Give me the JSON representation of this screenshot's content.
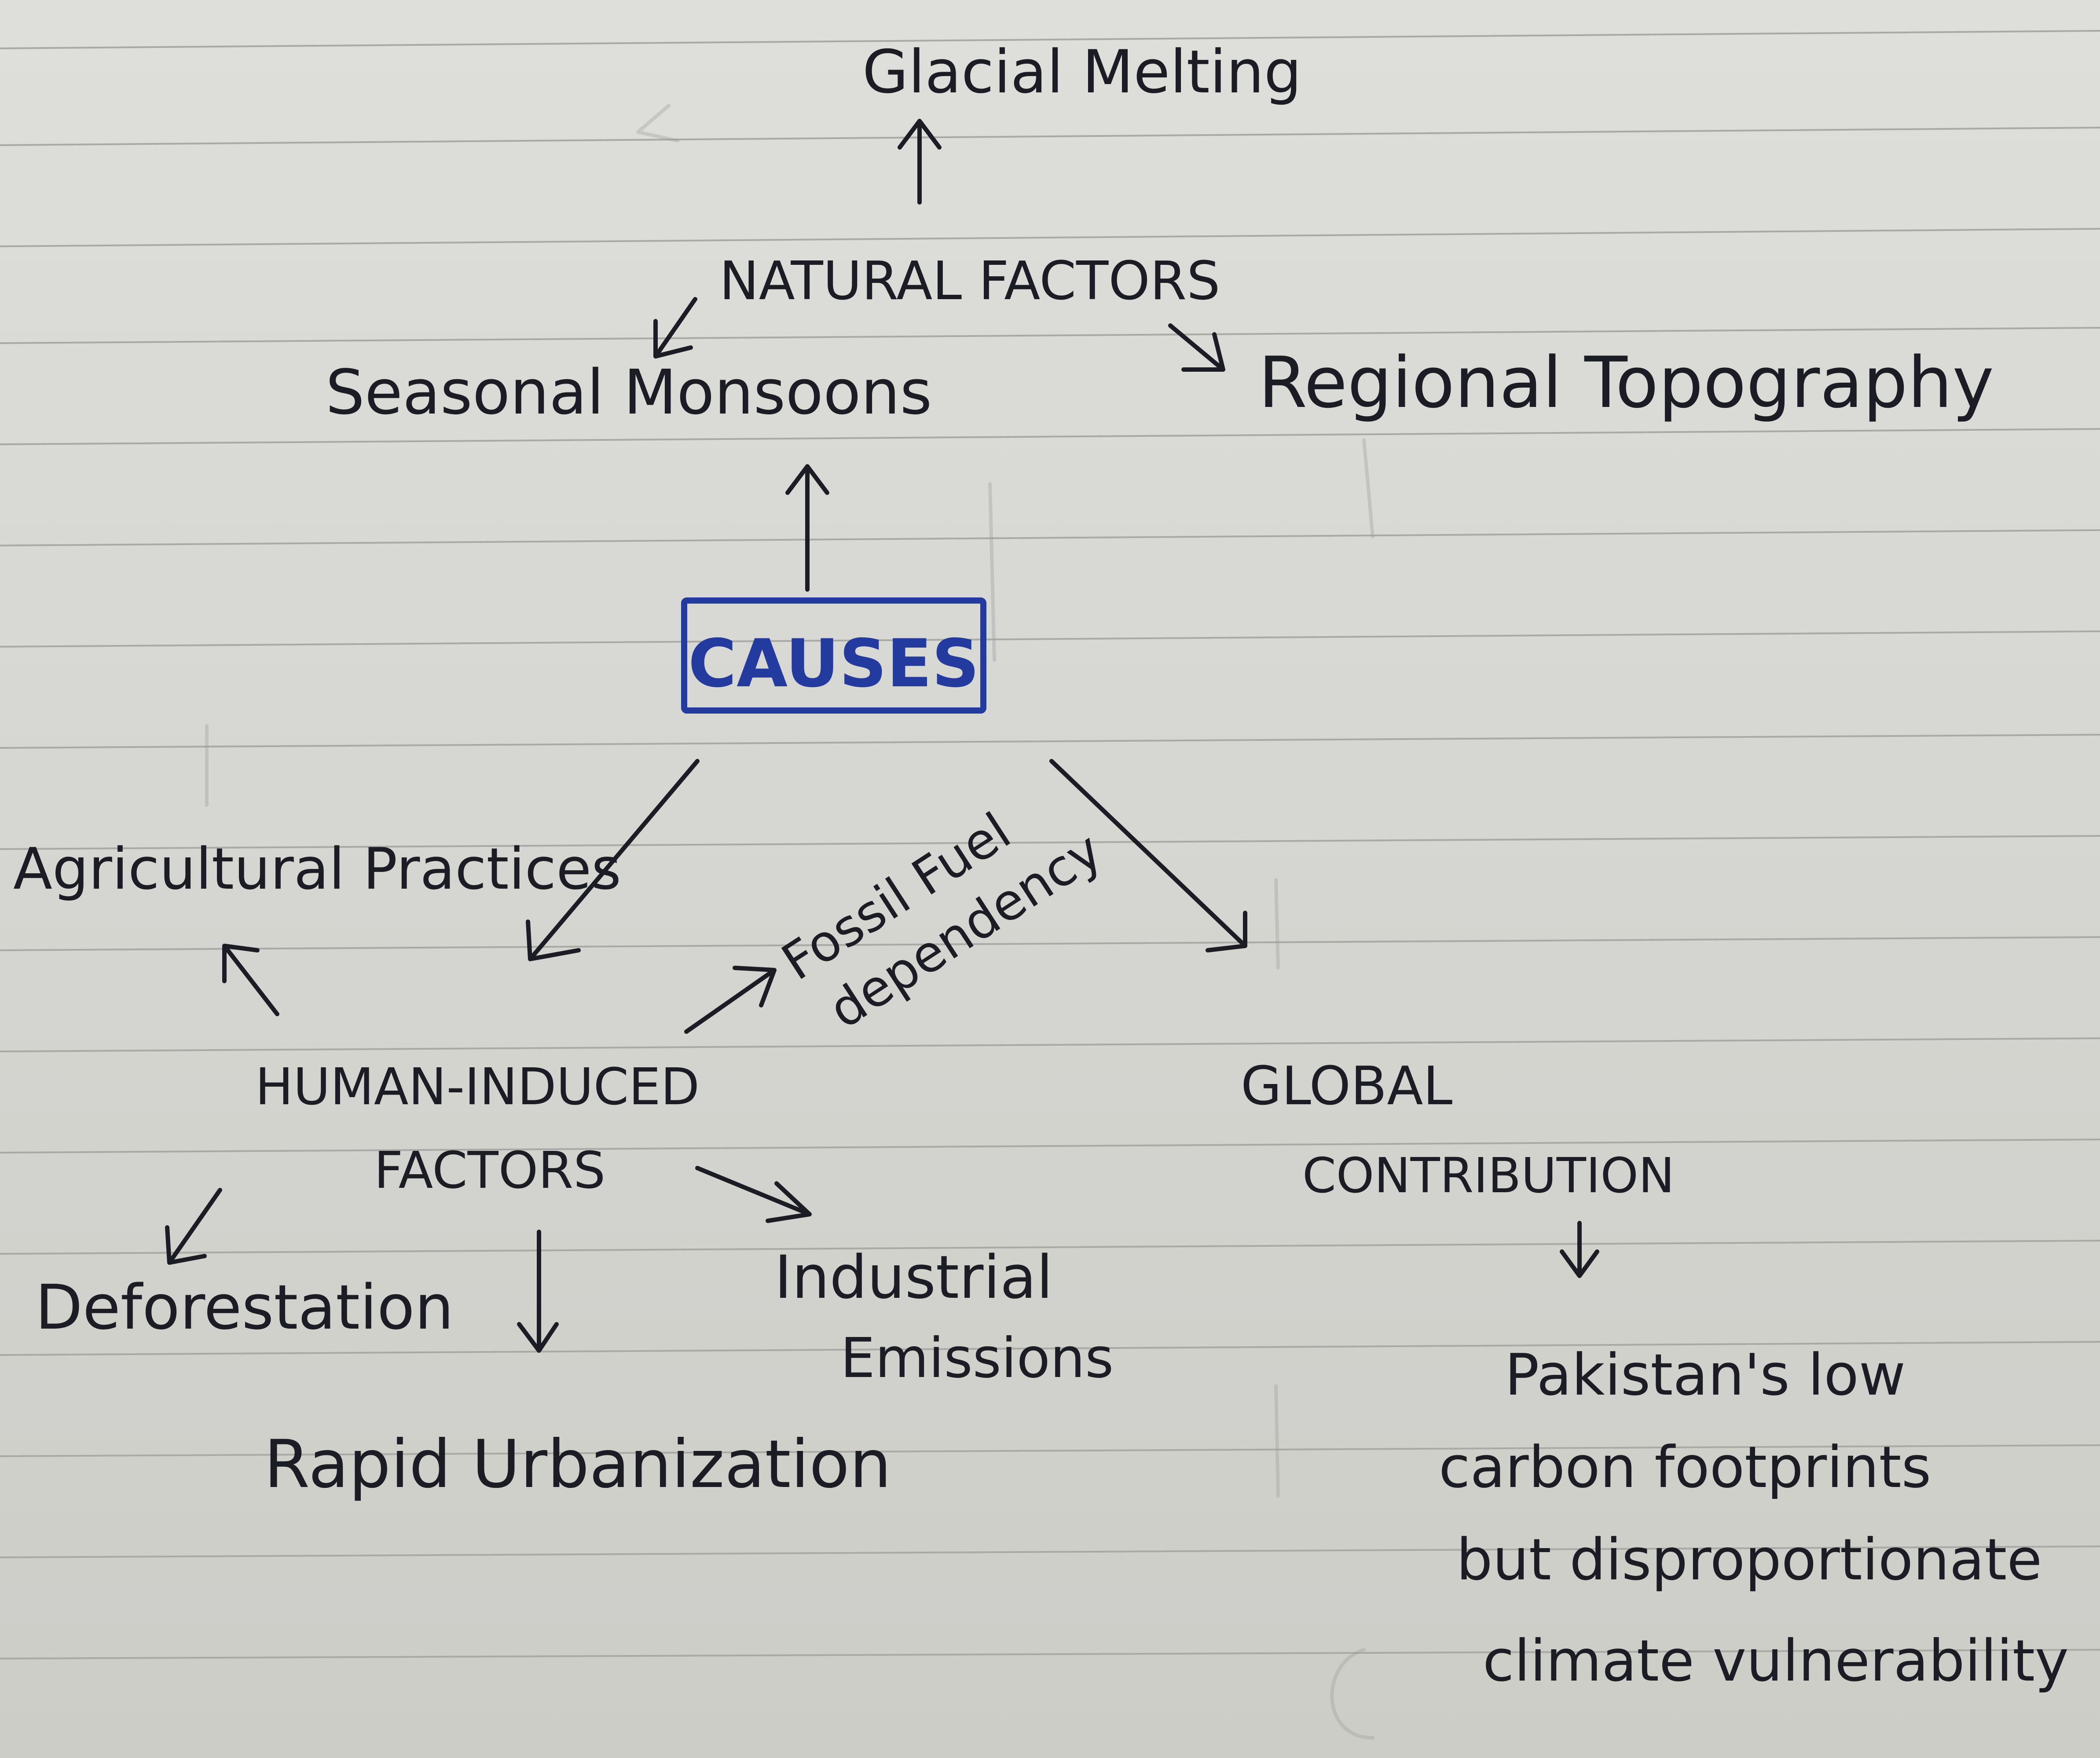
{
  "diagram": {
    "center": "CAUSES",
    "nodes": {
      "natural_factors": "NATURAL FACTORS",
      "glacial_melting": "Glacial Melting",
      "seasonal_monsoons": "Seasonal Monsoons",
      "regional_topography": "Regional Topography",
      "human_induced_line1": "HUMAN-INDUCED",
      "human_induced_line2": "FACTORS",
      "agricultural_practices": "Agricultural Practices",
      "fossil_fuel_line1": "Fossil Fuel",
      "fossil_fuel_line2": "dependency",
      "deforestation": "Deforestation",
      "rapid_urbanization": "Rapid Urbanization",
      "industrial_line1": "Industrial",
      "industrial_line2": "Emissions",
      "global_line1": "GLOBAL",
      "global_line2": "CONTRIBUTION",
      "pakistan_line1": "Pakistan's low",
      "pakistan_line2": "carbon footprints",
      "pakistan_line3": "but disproportionate",
      "pakistan_line4": "climate vulnerability"
    }
  },
  "colors": {
    "ink": "#1c1c24",
    "blue_ink": "#233a9e",
    "paper": "#d9d9d5",
    "rule_line": "#a9a9a5"
  }
}
